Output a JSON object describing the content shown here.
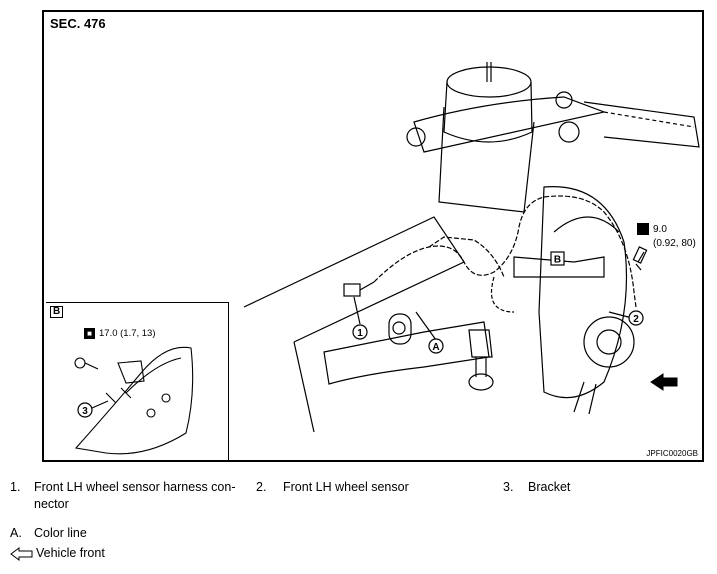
{
  "figure": {
    "section": "SEC. 476",
    "code": "JPFIC0020GB",
    "callouts": {
      "b_main": "B",
      "b_inset": "B",
      "c1": "1",
      "c2": "2",
      "c3": "3",
      "a": "A"
    },
    "torque_main": {
      "value": "9.0",
      "alt": "(0.92, 80)"
    },
    "torque_inset": "17.0 (1.7, 13)"
  },
  "legend": {
    "items": [
      {
        "num": "1.",
        "text_line1": "Front LH wheel sensor harness con-",
        "text_line2": "nector"
      },
      {
        "num": "2.",
        "text_line1": "Front LH wheel sensor"
      },
      {
        "num": "3.",
        "text_line1": "Bracket"
      }
    ],
    "a": {
      "key": "A.",
      "text": "Color line"
    },
    "front": {
      "text": "Vehicle front",
      "icon": "arrow-left-outline-icon"
    }
  }
}
